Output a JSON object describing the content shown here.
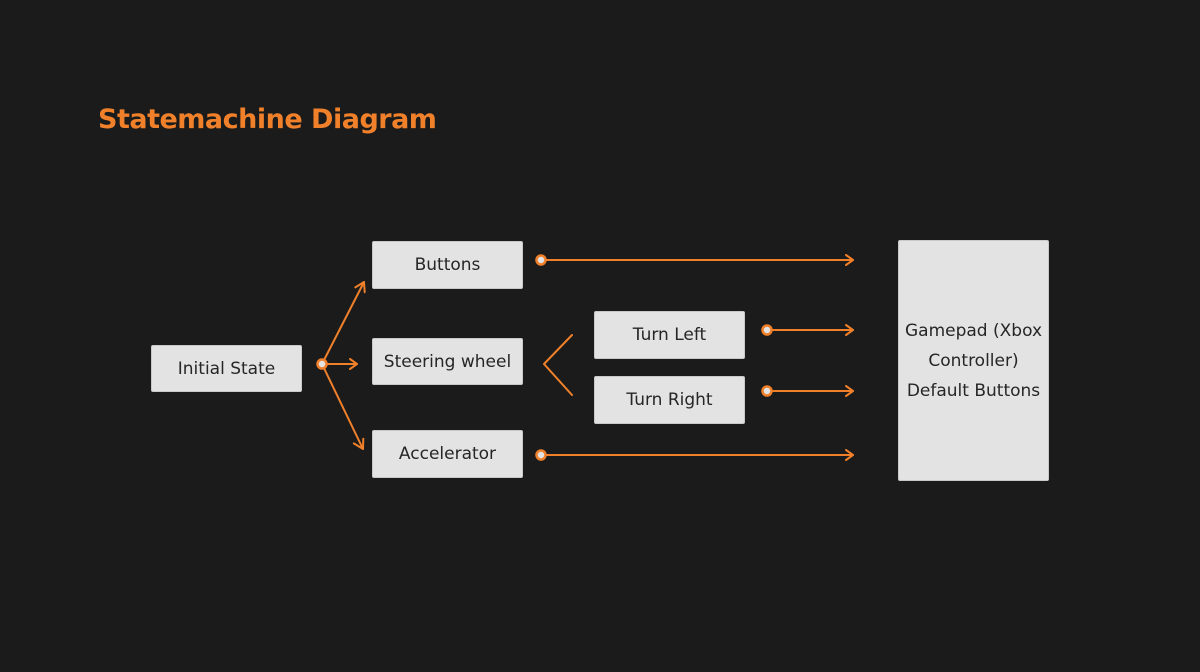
{
  "title": "Statemachine Diagram",
  "colors": {
    "background": "#1b1b1b",
    "accent": "#f0802a",
    "node_fill": "#e3e3e3",
    "node_text": "#262626"
  },
  "nodes": {
    "initial_state": "Initial State",
    "buttons": "Buttons",
    "steering_wheel": "Steering wheel",
    "accelerator": "Accelerator",
    "turn_left": "Turn Left",
    "turn_right": "Turn Right"
  },
  "target": {
    "lines": [
      "Gamepad (Xbox",
      "Controller)",
      "Default Buttons"
    ]
  }
}
